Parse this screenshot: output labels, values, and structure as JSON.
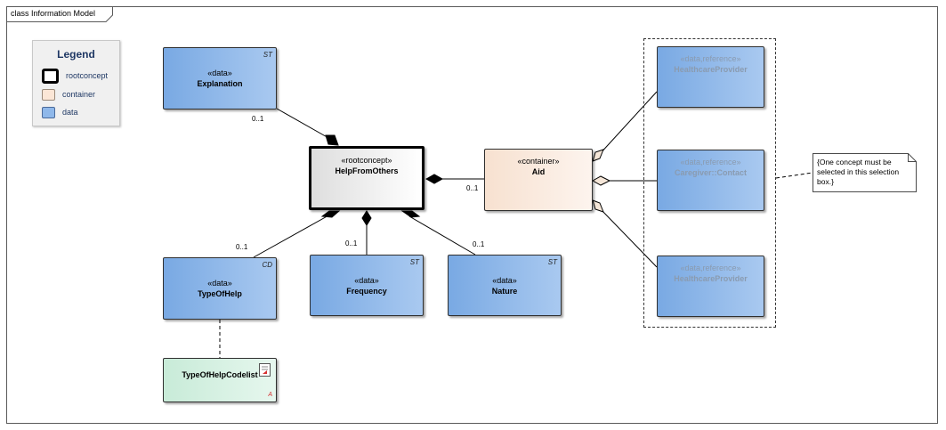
{
  "frame": {
    "label": "class Information Model"
  },
  "legend": {
    "title": "Legend",
    "items": [
      {
        "label": "rootconcept",
        "color": "#ffffff",
        "border": "#000000"
      },
      {
        "label": "container",
        "color": "#fbe6d6",
        "border": "#9a8a7a"
      },
      {
        "label": "data",
        "color": "#8fb8ea",
        "border": "#4a6a9a"
      }
    ]
  },
  "classes": {
    "explanation": {
      "stereotype": "«data»",
      "name": "Explanation",
      "tag": "ST"
    },
    "help_from_others": {
      "stereotype": "«rootconcept»",
      "name": "HelpFromOthers"
    },
    "aid": {
      "stereotype": "«container»",
      "name": "Aid"
    },
    "type_of_help": {
      "stereotype": "«data»",
      "name": "TypeOfHelp",
      "tag": "CD"
    },
    "frequency": {
      "stereotype": "«data»",
      "name": "Frequency",
      "tag": "ST"
    },
    "nature": {
      "stereotype": "«data»",
      "name": "Nature",
      "tag": "ST"
    },
    "healthcare_provider_1": {
      "stereotype": "«data,reference»",
      "name": "HealthcareProvider"
    },
    "caregiver_contact": {
      "stereotype": "«data,reference»",
      "name": "Caregiver::Contact"
    },
    "healthcare_provider_2": {
      "stereotype": "«data,reference»",
      "name": "HealthcareProvider"
    },
    "type_of_help_codelist": {
      "name": "TypeOfHelpCodelist"
    }
  },
  "multiplicities": {
    "explanation": "0..1",
    "aid": "0..1",
    "type_of_help": "0..1",
    "frequency": "0..1",
    "nature": "0..1"
  },
  "note": {
    "text": "{One concept must be selected in this selection box.}"
  },
  "colors": {
    "data": "#8fb8ea",
    "container": "#fbe6d6",
    "rootconcept": "#ffffff",
    "codelist": "#d5f1e2",
    "reference_text": "#8a9bb0"
  }
}
